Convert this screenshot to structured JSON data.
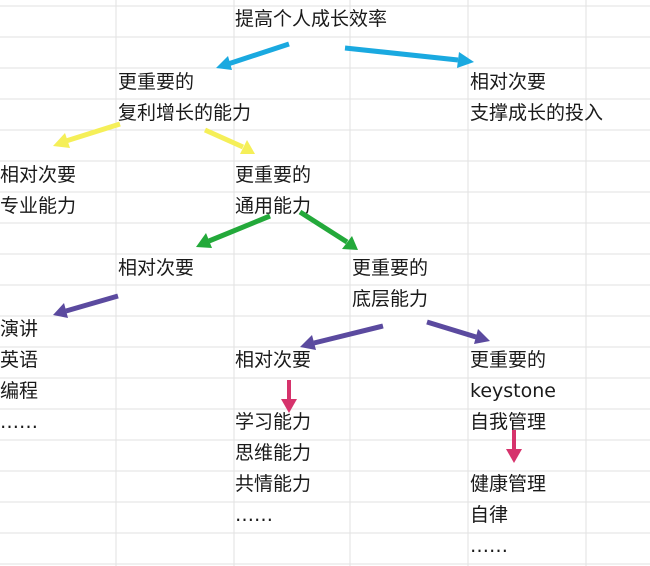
{
  "title": "提高个人成长效率",
  "nodes": {
    "more_important_compound": [
      "更重要的",
      "复利增长的能力"
    ],
    "less_important_support": [
      "相对次要",
      "支撑成长的投入"
    ],
    "less_important_professional": [
      "相对次要",
      "专业能力"
    ],
    "more_important_general": [
      "更重要的",
      "通用能力"
    ],
    "less_important_mid": "相对次要",
    "more_important_base": [
      "更重要的",
      "底层能力"
    ],
    "left_list": [
      "演讲",
      "英语",
      "编程",
      "……"
    ],
    "less_important_bottom": "相对次要",
    "middle_list": [
      "学习能力",
      "思维能力",
      "共情能力",
      "……"
    ],
    "more_important_keystone": [
      "更重要的",
      "keystone",
      "自我管理"
    ],
    "right_list": [
      "健康管理",
      "自律",
      "……"
    ]
  },
  "colors": {
    "cyan": "#1aa9e0",
    "yellow": "#f5ef58",
    "green": "#23a93a",
    "purple": "#5b4a9f",
    "pink": "#d6336c",
    "grid": "#e2e2e2"
  }
}
